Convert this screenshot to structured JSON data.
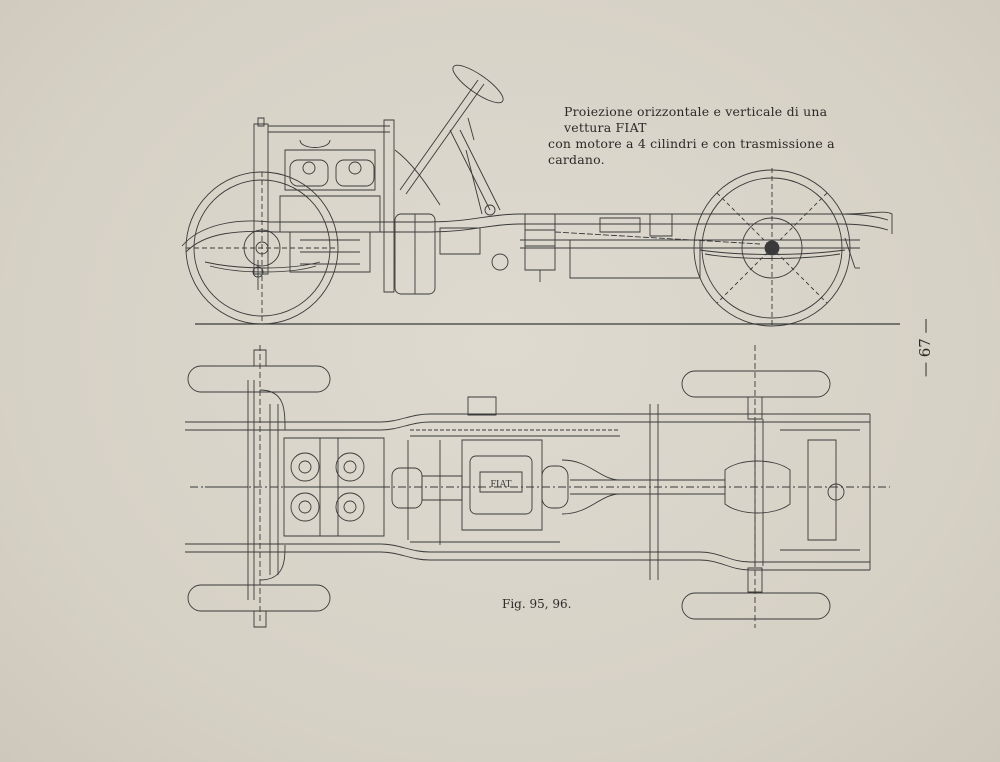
{
  "caption": {
    "line1": "Proiezione orizzontale e verticale di una vettura FIAT",
    "line2": "con motore a 4 cilindri e con trasmissione a cardano."
  },
  "figure_label": "Fig. 95, 96.",
  "page_number": "— 67 —",
  "plate_text": {
    "gearbox_mark": "FIAT"
  }
}
